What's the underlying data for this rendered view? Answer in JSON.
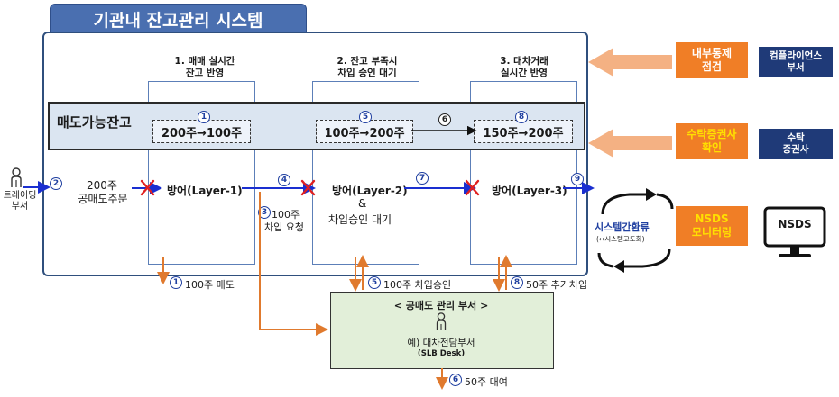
{
  "title": "기관내 잔고관리 시스템",
  "columns": [
    {
      "num": "1",
      "title": "1. 매매 실시간\n잔고 반영"
    },
    {
      "num": "2",
      "title": "2. 잔고 부족시\n차입 승인 대기"
    },
    {
      "num": "3",
      "title": "3. 대차거래\n실시간 반영"
    }
  ],
  "band_label": "매도가능잔고",
  "qty": [
    {
      "badge": "1",
      "text": "200주→100주"
    },
    {
      "badge": "5",
      "text": "100주→200주"
    },
    {
      "badge": "8",
      "text": "150주→200주"
    }
  ],
  "step6_badge": "6",
  "trader": {
    "badge": "2",
    "label": "트레이딩\n부서"
  },
  "order": {
    "line1": "200주",
    "line2": "공매도주문"
  },
  "layers": [
    {
      "label": "방어(Layer-1)"
    },
    {
      "label": "방어(Layer-2)",
      "sub1": "&",
      "sub2": "차입승인 대기",
      "badge": "7"
    },
    {
      "label": "방어(Layer-3)",
      "badge": "9"
    }
  ],
  "step4_badge": "4",
  "borrow_request": {
    "badge": "3",
    "line1": "100주",
    "line2": "차입 요청"
  },
  "bottom_steps": [
    {
      "badge": "1",
      "text": "100주 매도"
    },
    {
      "badge": "5",
      "text": "100주 차입승인"
    },
    {
      "badge": "8",
      "text": "50주 추가차입"
    }
  ],
  "green": {
    "title": "< 공매도 관리 부서 >",
    "line1": "예) 대차전담부서",
    "line2": "(SLB Desk)"
  },
  "lend": {
    "badge": "6",
    "text": "50주 대여"
  },
  "right": [
    {
      "box": "내부통제\n점검",
      "org": "컴플라이언스\n부서"
    },
    {
      "box": "수탁증권사\n확인",
      "org": "수탁\n증권사"
    },
    {
      "box": "NSDS\n모니터링",
      "org": "NSDS"
    }
  ],
  "sync": {
    "line1": "시스템간환류",
    "line2": "(↔시스템고도화)"
  },
  "colors": {
    "navy": "#2f4f7d",
    "orange": "#f07e26",
    "blue_arrow": "#1a2fd0",
    "band": "#dbe5f1",
    "green": "#e2efd9",
    "red_x": "#e02020"
  }
}
